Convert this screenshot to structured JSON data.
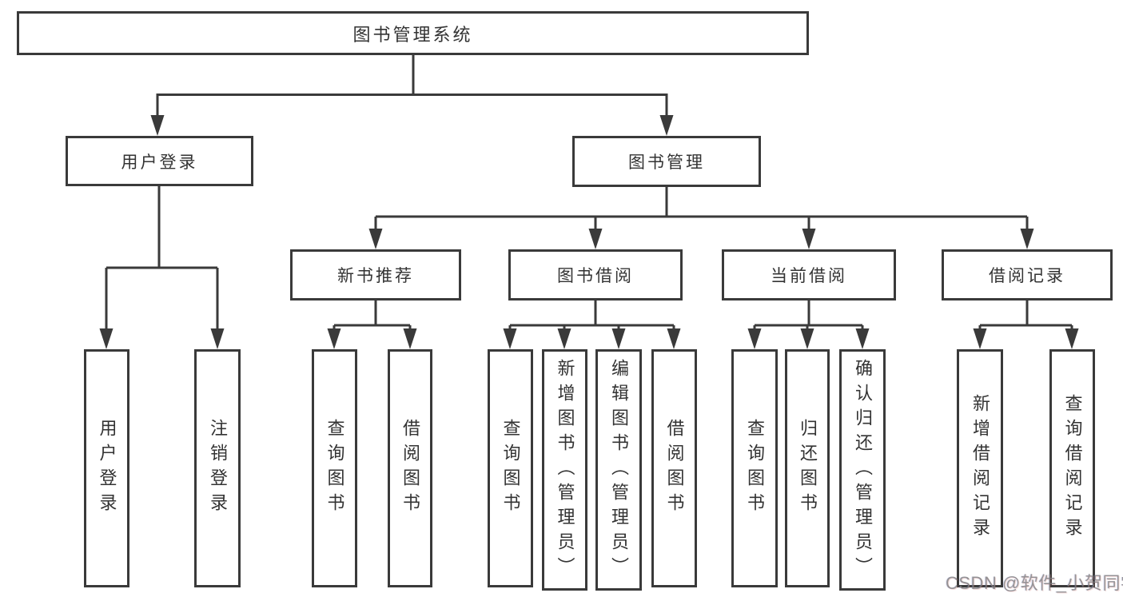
{
  "diagram_title": "图书管理系统",
  "tree": {
    "root": {
      "label": "图书管理系统"
    },
    "level1": [
      {
        "label": "用户登录"
      },
      {
        "label": "图书管理"
      }
    ],
    "level2": [
      {
        "label": "新书推荐"
      },
      {
        "label": "图书借阅"
      },
      {
        "label": "当前借阅"
      },
      {
        "label": "借阅记录"
      }
    ],
    "leaves": {
      "user_login": [
        "用户登录",
        "注销登录"
      ],
      "new_book": [
        "查询图书",
        "借阅图书"
      ],
      "book_borrow": [
        "查询图书",
        "新增图书（管理员）",
        "编辑图书（管理员）",
        "借阅图书"
      ],
      "current_borrow": [
        "查询图书",
        "归还图书",
        "确认归还（管理员）"
      ],
      "borrow_record": [
        "新增借阅记录",
        "查询借阅记录"
      ]
    }
  },
  "watermark": "CSDN @软件_小贺同学",
  "colors": {
    "line": "#3a3a3a",
    "text": "#333333",
    "background": "#ffffff",
    "watermark": "#808080"
  }
}
